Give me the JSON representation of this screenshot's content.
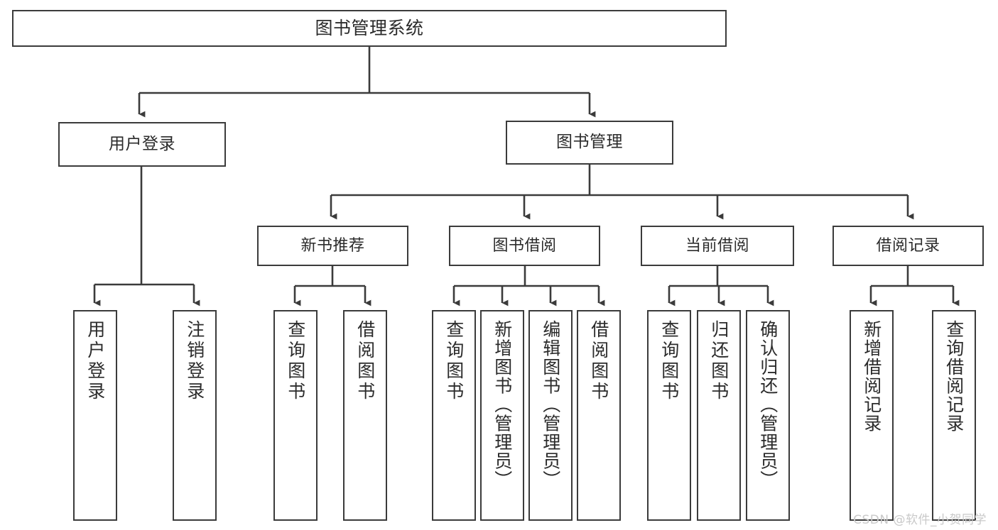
{
  "diagram": {
    "title": "图书管理系统",
    "type": "tree",
    "watermark": "CSDN @软件_小贺同学",
    "colors": {
      "box_border": "#3b3b3b",
      "box_fill": "#ffffff",
      "line": "#3b3b3b",
      "text": "#2b2b2b",
      "watermark": "#c9c9c9",
      "background": "#ffffff"
    },
    "root": {
      "label": "图书管理系统"
    },
    "level1": [
      {
        "label": "用户登录"
      },
      {
        "label": "图书管理"
      }
    ],
    "level2": [
      {
        "label": "新书推荐"
      },
      {
        "label": "图书借阅"
      },
      {
        "label": "当前借阅"
      },
      {
        "label": "借阅记录"
      }
    ],
    "leaves": {
      "user_login": [
        {
          "label": "用户登录"
        },
        {
          "label": "注销登录"
        }
      ],
      "new_book_recommend": [
        {
          "label": "查询图书"
        },
        {
          "label": "借阅图书"
        }
      ],
      "book_borrow": [
        {
          "label": "查询图书"
        },
        {
          "label": "新增图书（管理员）"
        },
        {
          "label": "编辑图书（管理员）"
        },
        {
          "label": "借阅图书"
        }
      ],
      "current_borrow": [
        {
          "label": "查询图书"
        },
        {
          "label": "归还图书"
        },
        {
          "label": "确认归还（管理员）"
        }
      ],
      "borrow_record": [
        {
          "label": "新增借阅记录"
        },
        {
          "label": "查询借阅记录"
        }
      ]
    }
  }
}
